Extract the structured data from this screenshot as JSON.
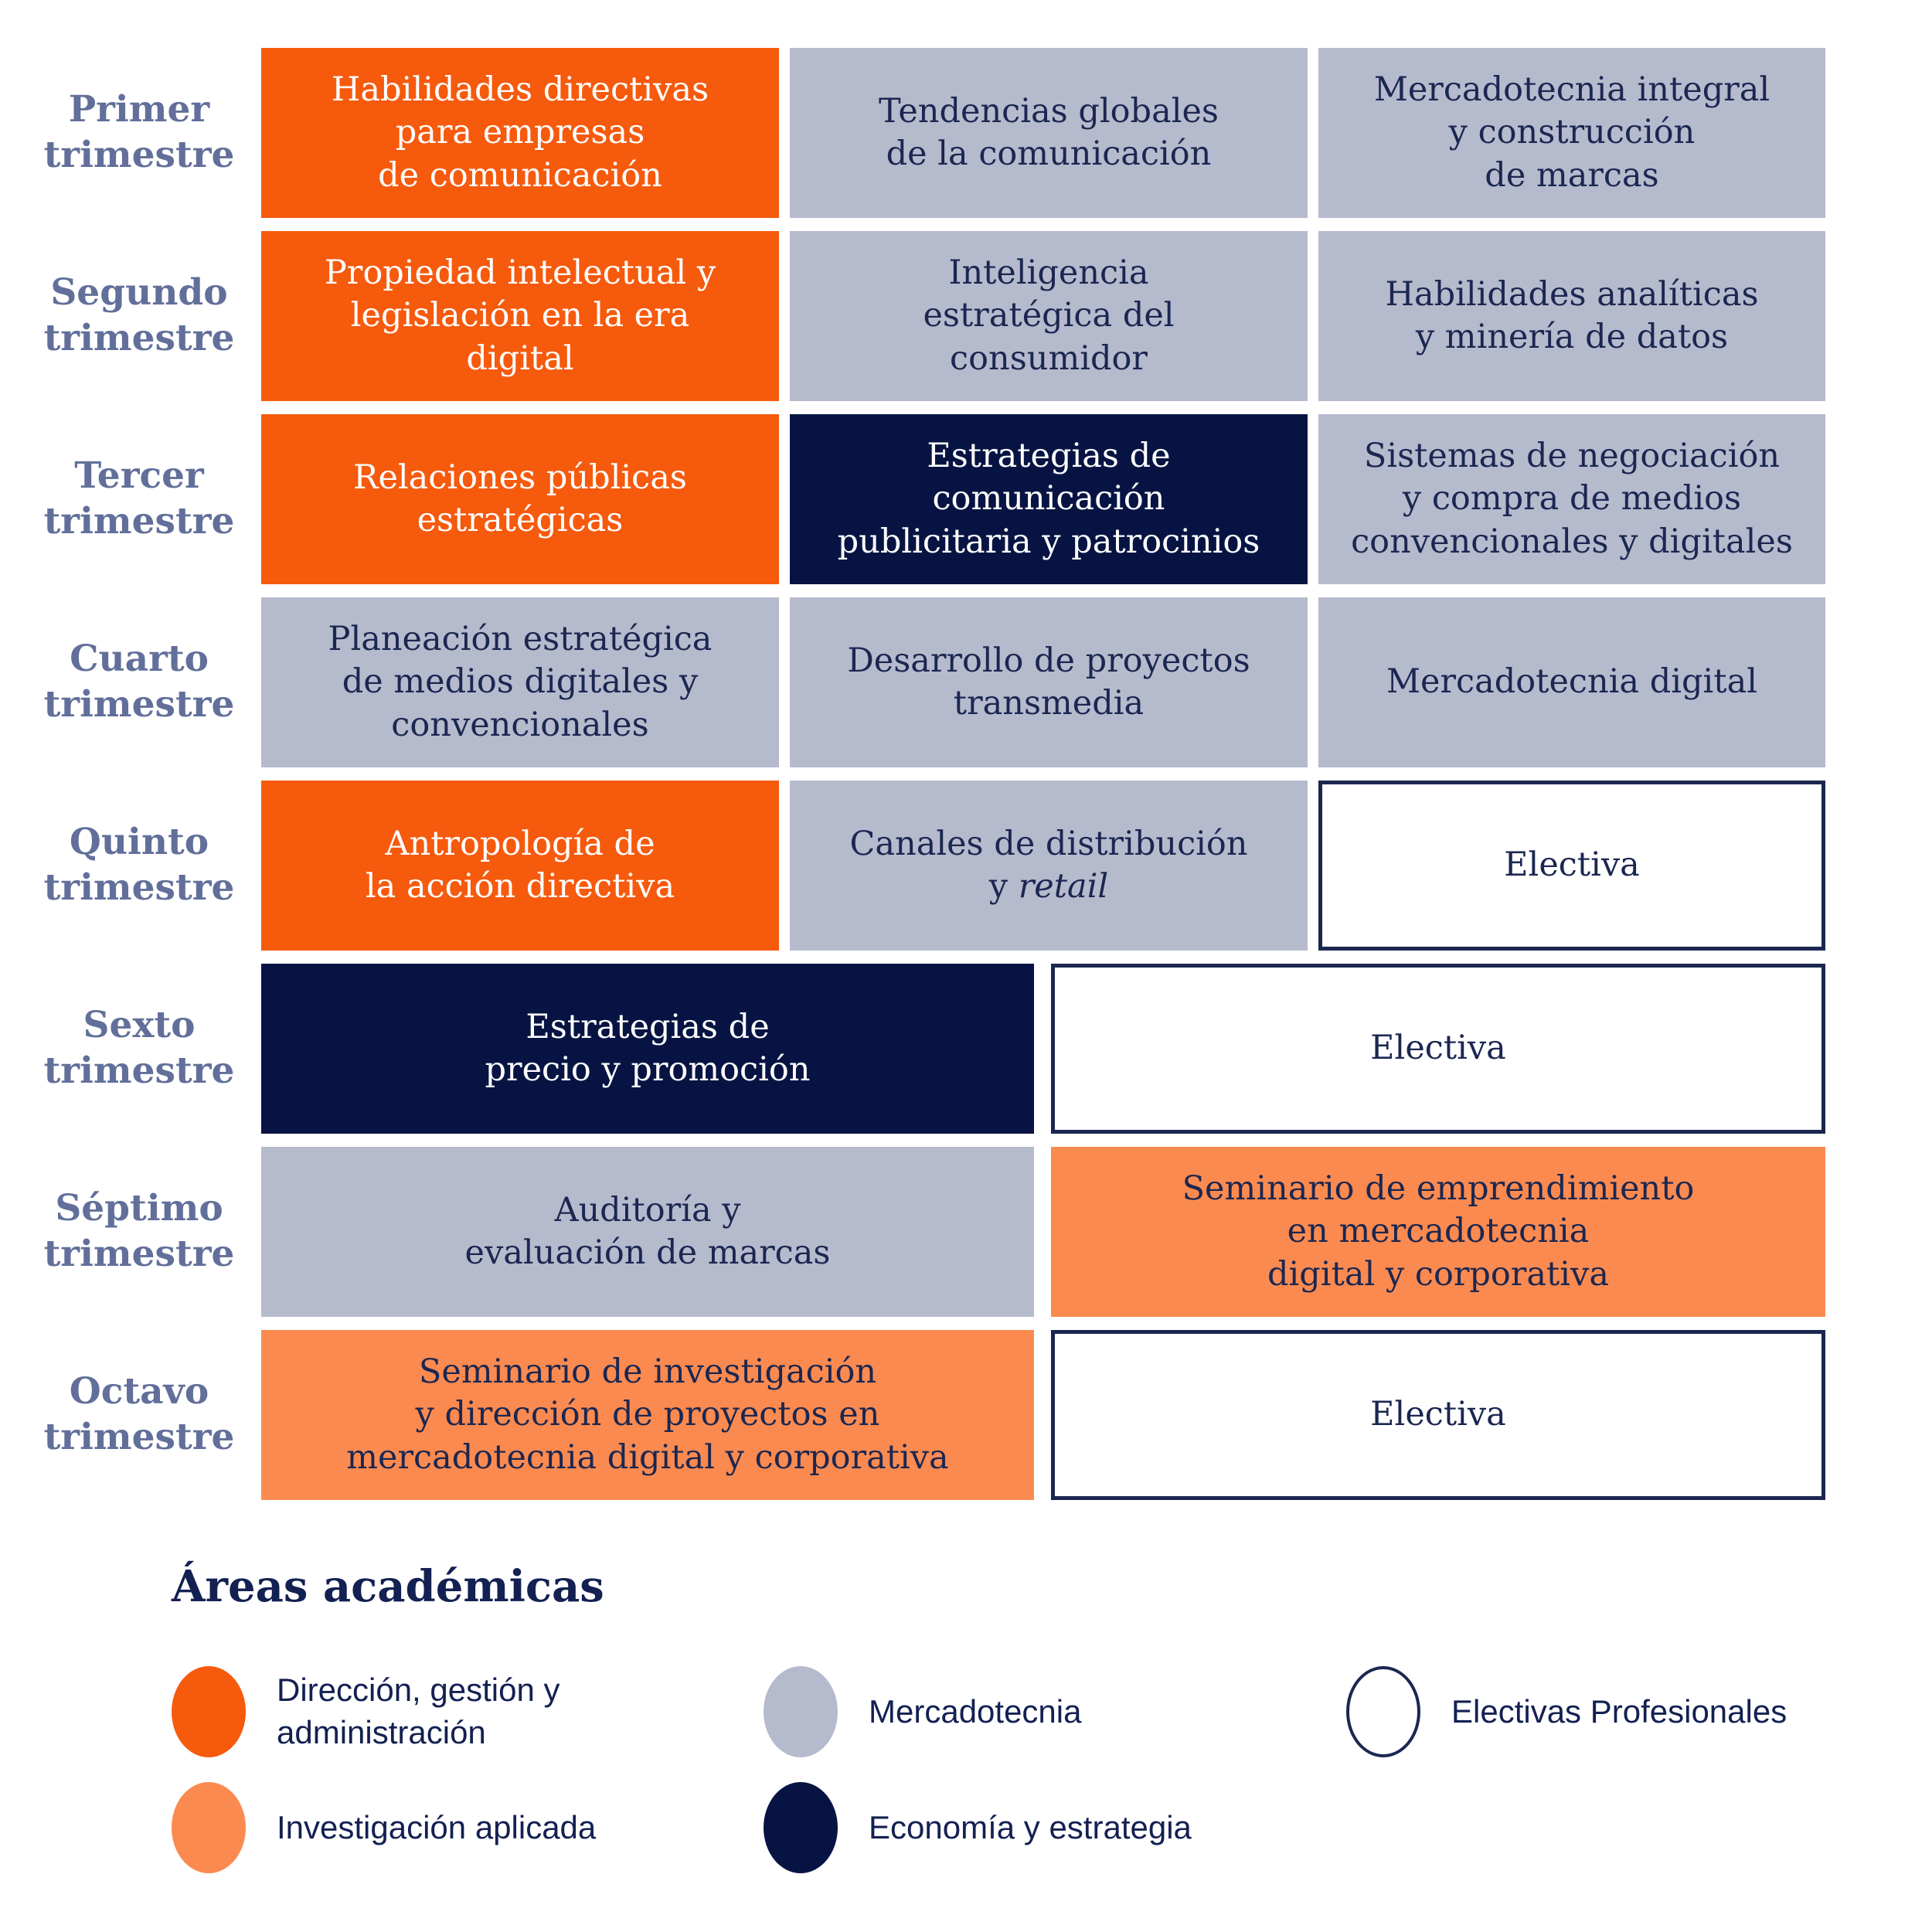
{
  "colors": {
    "direccion": "#F65A0D",
    "investigacion": "#FB8A50",
    "mercadotecnia": "#B6BACD",
    "economia": "#071443",
    "electiva_border": "#1B2751",
    "cell_text": "#1B2751",
    "white_text": "#FFFFFF",
    "trimester_label": "#626F9A",
    "legend_text": "#132052"
  },
  "grid": {
    "rows": [
      {
        "label": "Primer\ntrimestre",
        "cells": [
          {
            "label": "Habilidades directivas\npara empresas\nde comunicación",
            "area": "direccion"
          },
          {
            "label": "Tendencias globales\nde la comunicación",
            "area": "mercadotecnia"
          },
          {
            "label": "Mercadotecnia integral\ny construcción\nde marcas",
            "area": "mercadotecnia"
          }
        ]
      },
      {
        "label": "Segundo\ntrimestre",
        "cells": [
          {
            "label": "Propiedad intelectual y\nlegislación en la era\ndigital",
            "area": "direccion"
          },
          {
            "label": "Inteligencia\nestratégica del\nconsumidor",
            "area": "mercadotecnia"
          },
          {
            "label": "Habilidades analíticas\ny minería de datos",
            "area": "mercadotecnia"
          }
        ]
      },
      {
        "label": "Tercer\ntrimestre",
        "cells": [
          {
            "label": "Relaciones públicas\nestratégicas",
            "area": "direccion"
          },
          {
            "label": "Estrategias de\ncomunicación\npublicitaria y patrocinios",
            "area": "economia"
          },
          {
            "label": "Sistemas de negociación\ny compra de medios\nconvencionales y digitales",
            "area": "mercadotecnia"
          }
        ]
      },
      {
        "label": "Cuarto\ntrimestre",
        "cells": [
          {
            "label": "Planeación estratégica\nde medios digitales y\nconvencionales",
            "area": "mercadotecnia"
          },
          {
            "label": "Desarrollo de proyectos\ntransmedia",
            "area": "mercadotecnia"
          },
          {
            "label": "Mercadotecnia digital",
            "area": "mercadotecnia"
          }
        ]
      },
      {
        "label": "Quinto\ntrimestre",
        "cells": [
          {
            "label": "Antropología de\nla acción directiva",
            "area": "direccion"
          },
          {
            "label_parts": [
              {
                "t": "Canales de distribución\ny ",
                "i": false
              },
              {
                "t": "retail",
                "i": true
              }
            ],
            "area": "mercadotecnia"
          },
          {
            "label": "Electiva",
            "area": "electiva"
          }
        ]
      },
      {
        "label": "Sexto\ntrimestre",
        "cells": [
          {
            "label": "Estrategias de\nprecio y promoción",
            "area": "economia"
          },
          {
            "label": "Electiva",
            "area": "electiva"
          }
        ]
      },
      {
        "label": "Séptimo\ntrimestre",
        "cells": [
          {
            "label": "Auditoría y\nevaluación de marcas",
            "area": "mercadotecnia"
          },
          {
            "label": "Seminario de emprendimiento\nen mercadotecnia\ndigital y corporativa",
            "area": "investigacion"
          }
        ]
      },
      {
        "label": "Octavo\ntrimestre",
        "cells": [
          {
            "label": "Seminario de investigación\ny dirección de proyectos en\nmercadotecnia digital y corporativa",
            "area": "investigacion"
          },
          {
            "label": "Electiva",
            "area": "electiva"
          }
        ]
      }
    ]
  },
  "legend": {
    "title": "Áreas académicas",
    "items": [
      {
        "label": "Dirección, gestión y\nadministración",
        "area": "direccion"
      },
      {
        "label": "Mercadotecnia",
        "area": "mercadotecnia"
      },
      {
        "label": "Electivas Profesionales",
        "area": "electiva"
      },
      {
        "label": "Investigación aplicada",
        "area": "investigacion"
      },
      {
        "label": "Economía y estrategia",
        "area": "economia"
      }
    ]
  }
}
